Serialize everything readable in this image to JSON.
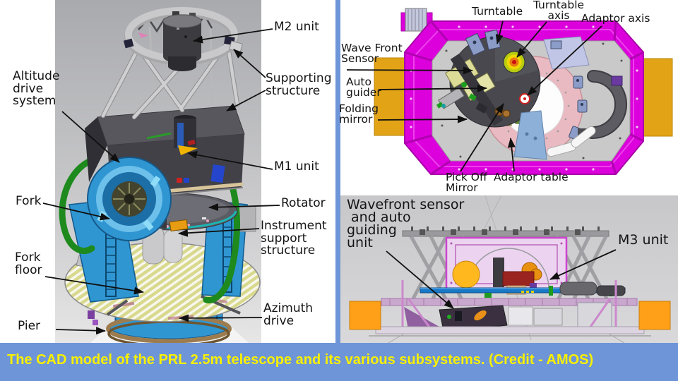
{
  "caption": {
    "text": "The CAD model of the PRL 2.5m telescope and its various subsystems. (Credit - AMOS)",
    "background": "#6e95d7",
    "text_color": "#f8f000"
  },
  "colors": {
    "panel_divider_blue": "#6e95d7",
    "cad_magenta_housing": "#dc00dc",
    "cad_fork_blue": "#2f96d2",
    "cad_orange_block": "#e2a416",
    "cad_green_cable": "#1e8a1e",
    "left_panel_gray": "#a9aaae",
    "side_view_gray": "#c7c7c9",
    "adaptor_ring_pink": "#e9bac2"
  },
  "telescope_panel": {
    "name": "Telescope CAD model (full view)",
    "labels": {
      "m2_unit": {
        "lines": [
          "M2 unit"
        ]
      },
      "supporting_structure": {
        "lines": [
          "Supporting",
          "structure"
        ]
      },
      "altitude_drive_system": {
        "lines": [
          "Altitude",
          "drive",
          "system"
        ]
      },
      "m1_unit": {
        "lines": [
          "M1 unit"
        ]
      },
      "rotator": {
        "lines": [
          "Rotator"
        ]
      },
      "instrument_support_structure": {
        "lines": [
          "Instrument",
          "support",
          "structure"
        ]
      },
      "fork": {
        "lines": [
          "Fork"
        ]
      },
      "fork_floor": {
        "lines": [
          "Fork",
          "floor"
        ]
      },
      "pier": {
        "lines": [
          "Pier"
        ]
      },
      "azimuth_drive": {
        "lines": [
          "Azimuth",
          "drive"
        ]
      }
    }
  },
  "adaptor_panel": {
    "name": "Adaptor / turntable top view",
    "labels": {
      "turntable": {
        "lines": [
          "Turntable"
        ]
      },
      "turntable_axis": {
        "lines": [
          "Turntable",
          "axis"
        ]
      },
      "adaptor_axis": {
        "lines": [
          "Adaptor axis"
        ]
      },
      "wave_front_sensor": {
        "lines": [
          "Wave Front",
          "Sensor"
        ]
      },
      "auto_guider": {
        "lines": [
          "Auto",
          "guider"
        ]
      },
      "folding_mirror": {
        "lines": [
          "Folding",
          "mirror"
        ]
      },
      "pick_off_mirror": {
        "lines": [
          "Pick Off",
          "Mirror"
        ]
      },
      "adaptor_table": {
        "lines": [
          "Adaptor table"
        ]
      }
    }
  },
  "side_view_panel": {
    "name": "Instrument platform side view",
    "labels": {
      "wavefront_sensor_auto_guiding_unit": {
        "lines": [
          "Wavefront sensor",
          " and auto",
          "guiding",
          "unit"
        ]
      },
      "m3_unit": {
        "lines": [
          "M3 unit"
        ]
      }
    }
  }
}
